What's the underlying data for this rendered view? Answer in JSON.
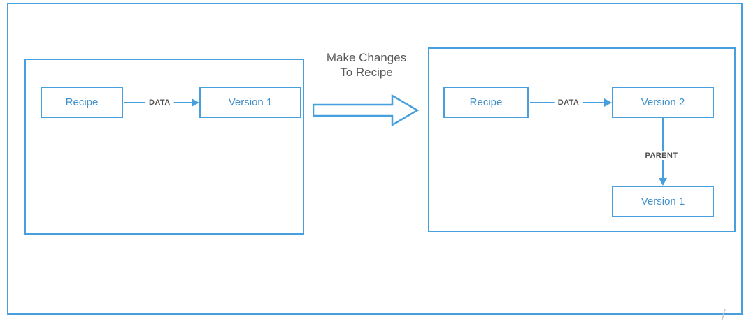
{
  "diagram": {
    "left_panel": {
      "recipe_label": "Recipe",
      "data_label": "DATA",
      "version_label": "Version 1"
    },
    "transition": {
      "caption": "Make Changes\nTo Recipe"
    },
    "right_panel": {
      "recipe_label": "Recipe",
      "data_label": "DATA",
      "version2_label": "Version 2",
      "parent_label": "PARENT",
      "version1_label": "Version 1"
    },
    "stray_mark": "/",
    "colors": {
      "line_blue": "#47A0DD",
      "text_blue": "#3E8FCB",
      "label_gray": "#4D4D4D",
      "caption_gray": "#595959"
    }
  }
}
